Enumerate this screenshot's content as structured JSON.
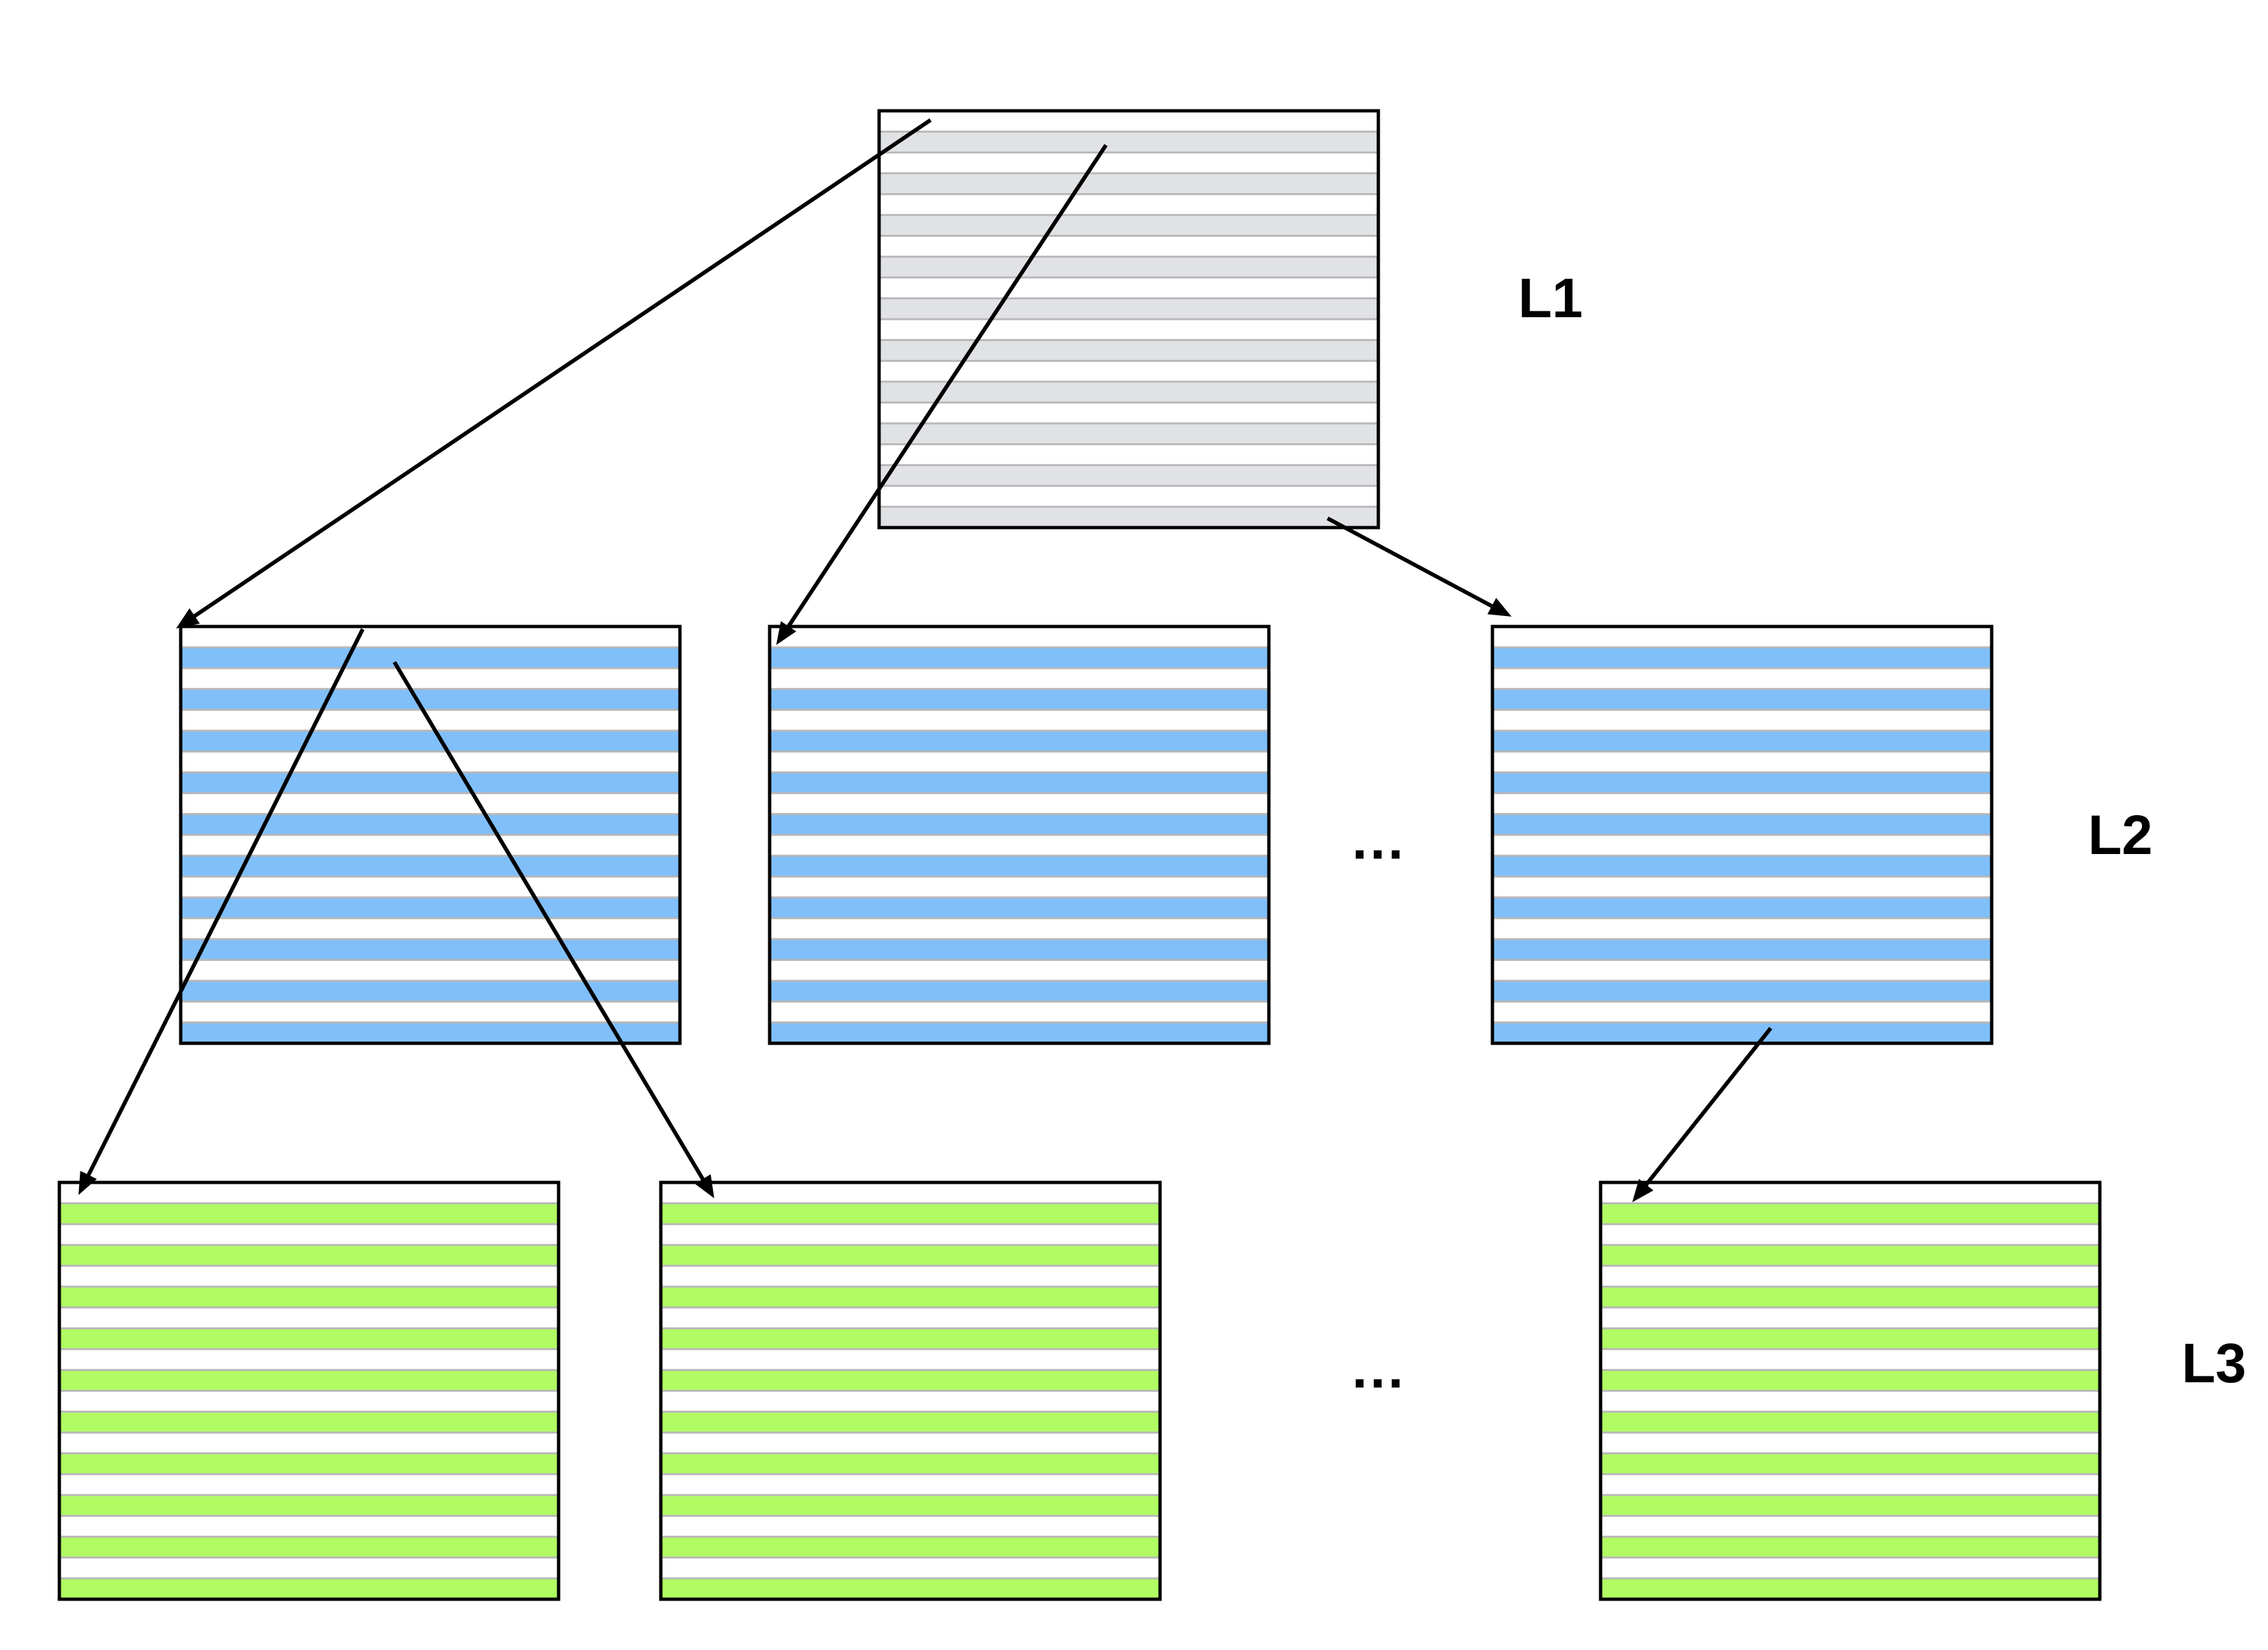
{
  "diagram": {
    "title_hidden": null,
    "levels": [
      {
        "label": "L1",
        "stripe_color": "#e1e2e5",
        "nodes": 1
      },
      {
        "label": "L2",
        "stripe_color": "#80bff9",
        "nodes": 3,
        "ellipsis": "..."
      },
      {
        "label": "L3",
        "stripe_color": "#b1fb63",
        "nodes": 3,
        "ellipsis": "..."
      }
    ],
    "stripes_per_block": 10,
    "stripe_edge_color": "#b8b8b8",
    "border_color": "#000000",
    "arrows": [
      {
        "from": "L1-block-1",
        "to": "L2-block-1"
      },
      {
        "from": "L1-block-1",
        "to": "L2-block-2"
      },
      {
        "from": "L1-block-1",
        "to": "L2-block-3"
      },
      {
        "from": "L2-block-1",
        "to": "L3-block-1"
      },
      {
        "from": "L2-block-1",
        "to": "L3-block-2"
      },
      {
        "from": "L2-block-3",
        "to": "L3-block-3"
      }
    ]
  }
}
